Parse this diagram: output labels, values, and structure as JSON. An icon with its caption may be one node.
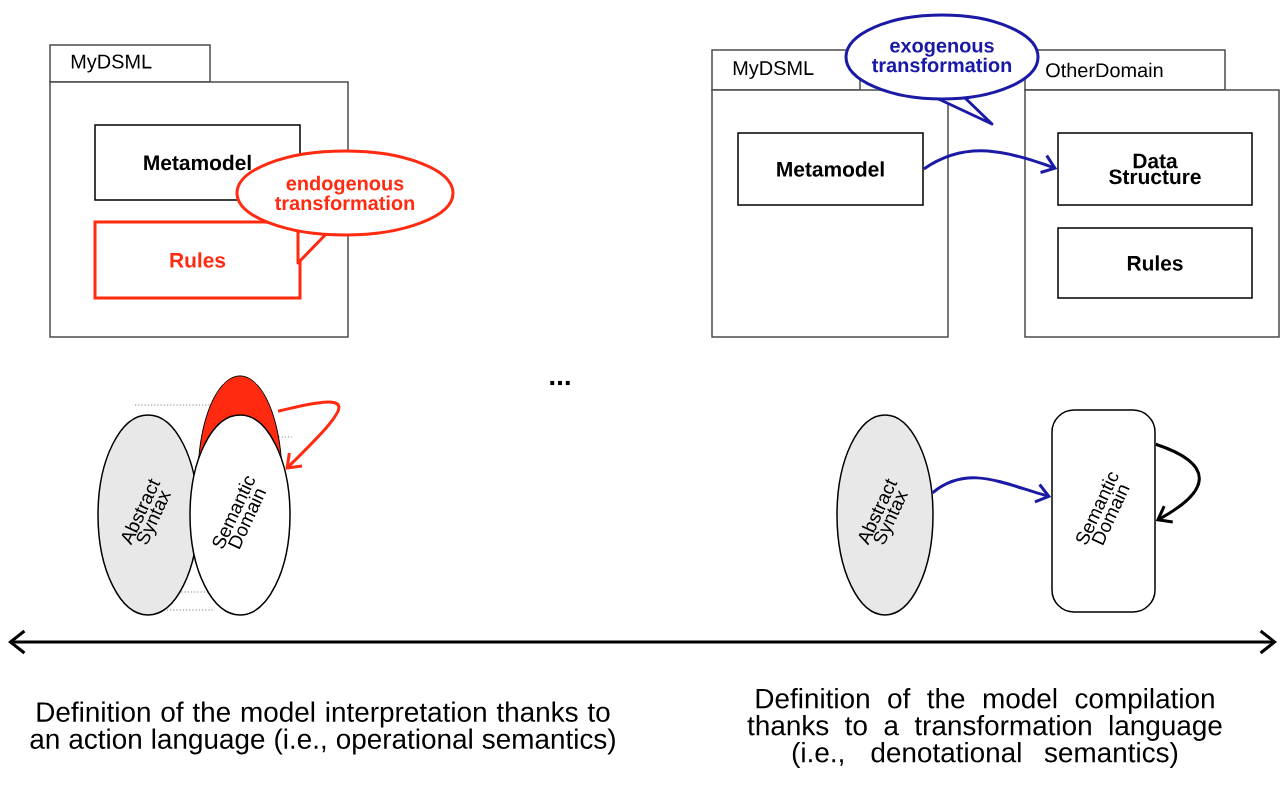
{
  "diagram": {
    "nodes": [
      {
        "text": [
          "MyDSML"
        ]
      },
      {
        "text": [
          "Metamodel"
        ],
        "in": 0
      },
      {
        "text": [
          "Rules"
        ],
        "in": 0
      },
      {
        "text": [
          "endogenous transformation"
        ]
      },
      {
        "text": [
          "MyDSML"
        ]
      },
      {
        "text": [
          "Metamodel"
        ],
        "in": 4
      },
      {
        "text": [
          "OtherDomain"
        ]
      },
      {
        "text": [
          "Data Structure"
        ],
        "in": 6
      },
      {
        "text": [
          "Rules"
        ],
        "in": 6
      },
      {
        "text": [
          "exogenous transformation"
        ]
      },
      {
        "text": [
          "Abstract Syntax"
        ]
      },
      {
        "text": [
          "Semantic Domain"
        ]
      },
      {
        "text": [
          "Abstract Syntax"
        ]
      },
      {
        "text": [
          "Semantic Domain"
        ]
      }
    ],
    "edges": [
      {
        "from": 5,
        "to": 7,
        "arrow": "to",
        "color": "#1a1aa6"
      },
      {
        "from": 12,
        "to": 13,
        "arrow": "to",
        "color": "#1a1aa6"
      },
      {
        "from": 13,
        "to": 13,
        "arrow": "to",
        "color": "#000000"
      },
      {
        "from": 11,
        "to": 11,
        "arrow": "to",
        "color": "#ff2a10"
      }
    ],
    "labels": [
      "...",
      "Definition of the model interpretation thanks to an action language (i.e., operational semantics)",
      "Definition of the model compilation thanks to a transformation language (i.e., denotational semantics)"
    ]
  }
}
